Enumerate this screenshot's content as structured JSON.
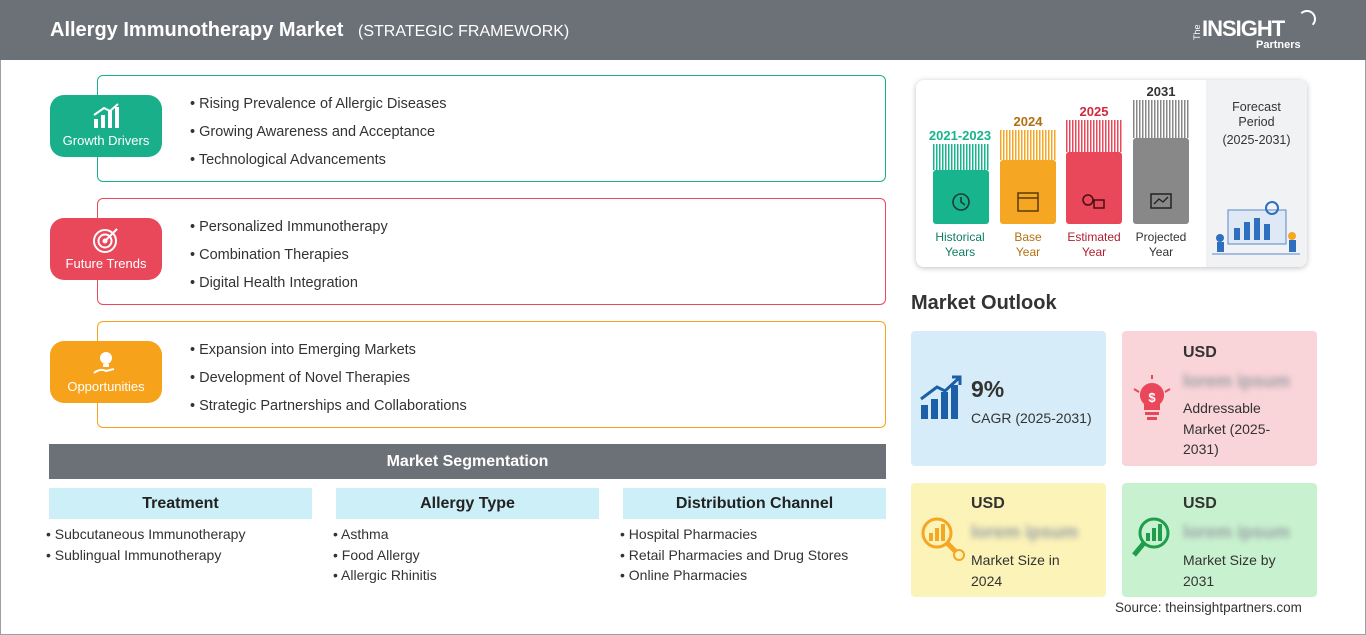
{
  "header": {
    "title": "Allergy Immunotherapy Market",
    "subtitle": "(STRATEGIC FRAMEWORK)",
    "logo_the": "The",
    "logo_insight": "INSIGHT",
    "logo_partners": "Partners"
  },
  "framework": {
    "growth": {
      "label": "Growth Drivers",
      "color": "#1aaf8b",
      "items": [
        "Rising Prevalence of Allergic Diseases",
        "Growing Awareness and Acceptance",
        "Technological Advancements"
      ]
    },
    "trends": {
      "label": "Future Trends",
      "color": "#e8485a",
      "items": [
        "Personalized Immunotherapy",
        "Combination Therapies",
        "Digital Health Integration"
      ]
    },
    "opportunities": {
      "label": "Opportunities",
      "color": "#f7a21b",
      "items": [
        "Expansion into Emerging Markets",
        "Development of Novel Therapies",
        "Strategic Partnerships and Collaborations"
      ]
    }
  },
  "segmentation": {
    "title": "Market Segmentation",
    "columns": [
      {
        "heading": "Treatment",
        "items": [
          "Subcutaneous Immunotherapy",
          "Sublingual Immunotherapy"
        ]
      },
      {
        "heading": "Allergy Type",
        "items": [
          "Asthma",
          "Food Allergy",
          "Allergic Rhinitis"
        ]
      },
      {
        "heading": "Distribution Channel",
        "items": [
          "Hospital Pharmacies",
          "Retail Pharmacies and Drug Stores",
          "Online Pharmacies"
        ]
      }
    ]
  },
  "timeline": {
    "historical": {
      "year": "2021-2023",
      "label1": "Historical",
      "label2": "Years",
      "color": "#17b48e"
    },
    "base": {
      "year": "2024",
      "label1": "Base",
      "label2": "Year",
      "color": "#f5a623"
    },
    "estimated": {
      "year": "2025",
      "label1": "Estimated",
      "label2": "Year",
      "color": "#e8485a"
    },
    "projected": {
      "year": "2031",
      "label1": "Projected",
      "label2": "Year",
      "color": "#888888"
    },
    "forecast": {
      "line1": "Forecast",
      "line2": "Period",
      "line3": "(2025-2031)"
    }
  },
  "outlook": {
    "title": "Market Outlook",
    "cagr": {
      "value": "9%",
      "label": "CAGR (2025-2031)",
      "bg": "#d6ecf8"
    },
    "addressable": {
      "usd": "USD",
      "blur": "lorem ipsum",
      "label1": "Addressable",
      "label2": "Market (2025-",
      "label3": "2031)",
      "bg": "#f9d4d8"
    },
    "size2024": {
      "usd": "USD",
      "blur": "lorem ipsum",
      "label1": "Market Size in",
      "label2": "2024",
      "bg": "#fbf3b8"
    },
    "size2031": {
      "usd": "USD",
      "blur": "lorem ipsum",
      "label1": "Market Size by",
      "label2": "2031",
      "bg": "#c8f2cf"
    }
  },
  "source": "Source: theinsightpartners.com"
}
